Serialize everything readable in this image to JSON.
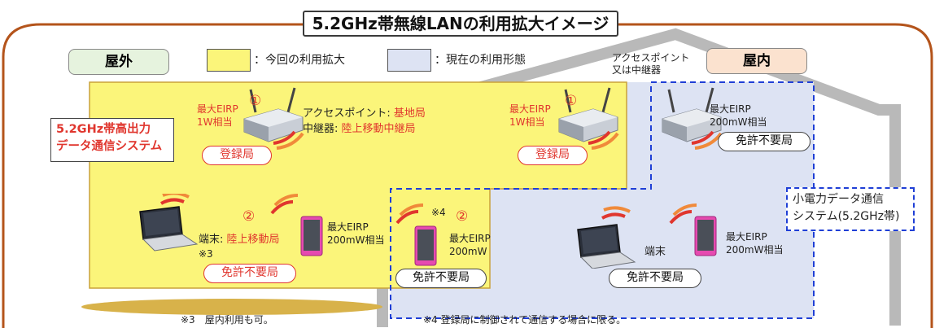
{
  "title": "5.2GHz帯無線LANの利用拡大イメージ",
  "labels": {
    "outdoor": "屋外",
    "indoor": "屋内"
  },
  "legend": {
    "yellow_label": "：今回の利用拡大",
    "blue_label": "：現在の利用形態",
    "yellow_color": "#fbf57a",
    "blue_color": "#dde3f3"
  },
  "access_point_note": [
    "アクセスポイント",
    "又は中継器"
  ],
  "system_box": [
    "5.2GHz帯高出力",
    "データ通信システム"
  ],
  "small_power_box": [
    "小電力データ通信",
    "システム(5.2GHz帯)"
  ],
  "outdoor_ap": {
    "num": "①",
    "eirp": [
      "最大EIRP",
      "1W相当"
    ],
    "roles": [
      "アクセスポイント:",
      "基地局",
      "中継器:",
      "陸上移動中継局"
    ],
    "license": "登録局"
  },
  "mid_ap": {
    "num": "①",
    "eirp": [
      "最大EIRP",
      "1W相当"
    ],
    "license": "登録局"
  },
  "indoor_ap": {
    "eirp": [
      "最大EIRP",
      "200mW相当"
    ],
    "license": "免許不要局"
  },
  "outdoor_terminal": {
    "num": "②",
    "role_prefix": "端末:",
    "role": "陸上移動局",
    "note_mark": "※3",
    "eirp": [
      "最大EIRP",
      "200mW相当"
    ],
    "license": "免許不要局"
  },
  "mid_terminal": {
    "mark": "※4",
    "num": "②",
    "eirp": [
      "最大EIRP",
      "200mW"
    ],
    "license": "免許不要局"
  },
  "indoor_terminal": {
    "label": "端末",
    "eirp": [
      "最大EIRP",
      "200mW相当"
    ],
    "license": "免許不要局"
  },
  "footnotes": {
    "note3": "※3　屋内利用も可。",
    "note4": "※4 登録局に制御されて通信する場合に限る。"
  },
  "colors": {
    "frame": "#b4541b",
    "red": "#e0362e",
    "dash_blue": "#1f3fd6",
    "house": "#a9a9a9",
    "outdoor_tag": "#e6f3de",
    "indoor_tag": "#fbe2cf"
  }
}
